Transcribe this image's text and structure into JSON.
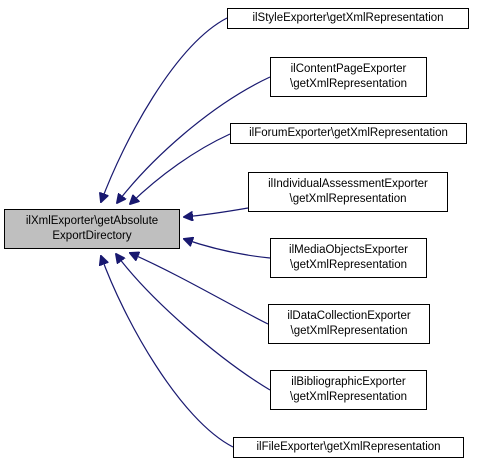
{
  "colors": {
    "edge": "#191970",
    "root_fill": "#bfbfbf",
    "node_fill": "#ffffff",
    "border": "#000000"
  },
  "root": {
    "lines": [
      "ilXmlExporter\\getAbsolute",
      "ExportDirectory"
    ]
  },
  "callers": [
    {
      "lines": [
        "ilStyleExporter\\getXmlRepresentation"
      ]
    },
    {
      "lines": [
        "ilContentPageExporter",
        "\\getXmlRepresentation"
      ]
    },
    {
      "lines": [
        "ilForumExporter\\getXmlRepresentation"
      ]
    },
    {
      "lines": [
        "ilIndividualAssessmentExporter",
        "\\getXmlRepresentation"
      ]
    },
    {
      "lines": [
        "ilMediaObjectsExporter",
        "\\getXmlRepresentation"
      ]
    },
    {
      "lines": [
        "ilDataCollectionExporter",
        "\\getXmlRepresentation"
      ]
    },
    {
      "lines": [
        "ilBibliographicExporter",
        "\\getXmlRepresentation"
      ]
    },
    {
      "lines": [
        "ilFileExporter\\getXmlRepresentation"
      ]
    }
  ]
}
